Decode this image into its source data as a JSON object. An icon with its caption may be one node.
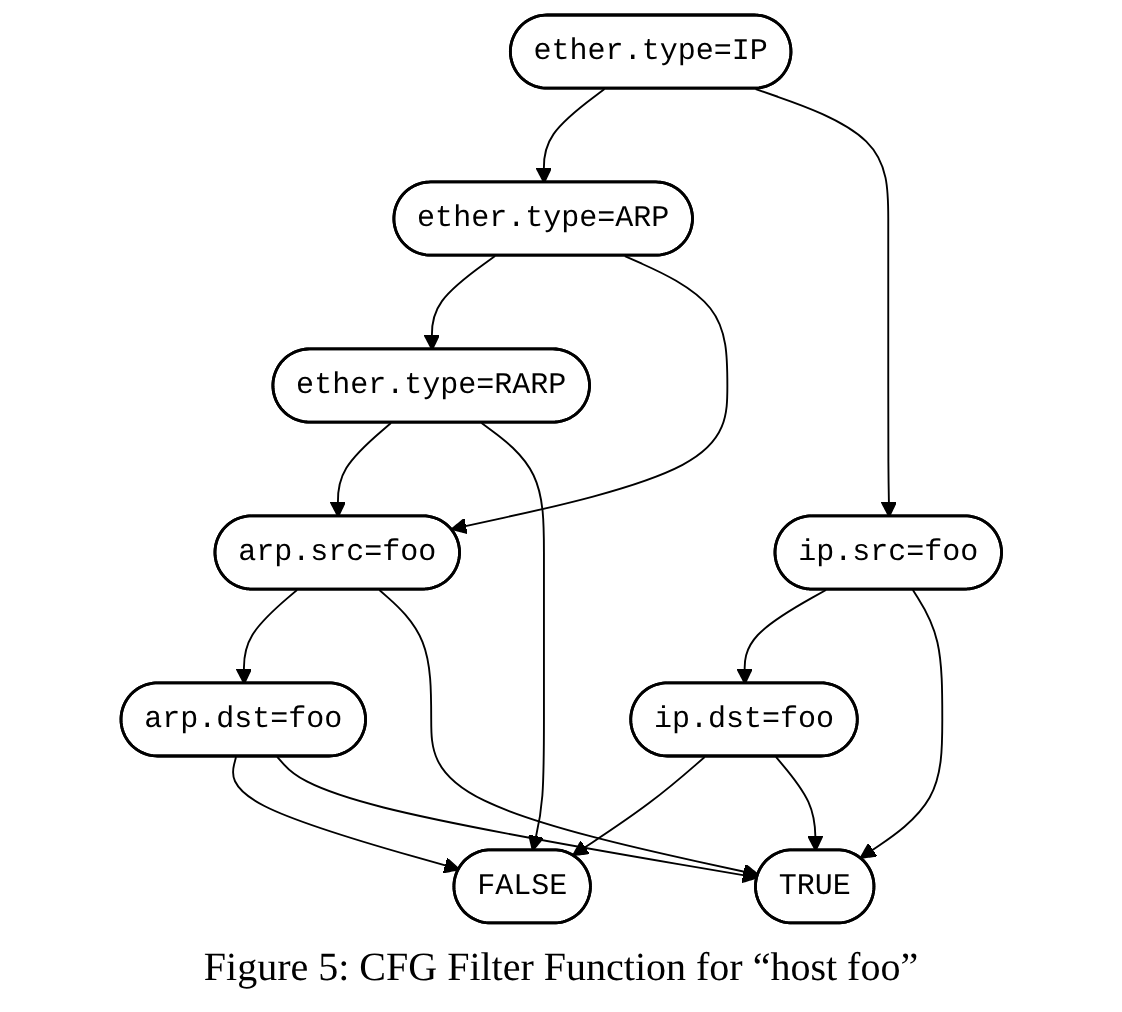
{
  "diagram": {
    "caption": "Figure 5: CFG Filter Function for “host foo”",
    "nodes": [
      {
        "text": [
          "ether.type=IP"
        ]
      },
      {
        "text": [
          "ether.type=ARP"
        ]
      },
      {
        "text": [
          "ip.src=foo"
        ]
      },
      {
        "text": [
          "ether.type=RARP"
        ]
      },
      {
        "text": [
          "ip.dst=foo"
        ]
      },
      {
        "text": [
          "arp.src=foo"
        ]
      },
      {
        "text": [
          "arp.dst=foo"
        ]
      },
      {
        "text": [
          "FALSE"
        ]
      },
      {
        "text": [
          "TRUE"
        ]
      }
    ],
    "edges": [
      {
        "from": 0,
        "to": 1,
        "arrow": "to"
      },
      {
        "from": 0,
        "to": 2,
        "arrow": "to"
      },
      {
        "from": 1,
        "to": 3,
        "arrow": "to"
      },
      {
        "from": 1,
        "to": 5,
        "arrow": "to"
      },
      {
        "from": 2,
        "to": 4,
        "arrow": "to"
      },
      {
        "from": 2,
        "to": 8,
        "arrow": "to"
      },
      {
        "from": 3,
        "to": 5,
        "arrow": "to"
      },
      {
        "from": 3,
        "to": 7,
        "arrow": "to"
      },
      {
        "from": 4,
        "to": 7,
        "arrow": "to"
      },
      {
        "from": 4,
        "to": 8,
        "arrow": "to"
      },
      {
        "from": 5,
        "to": 6,
        "arrow": "to"
      },
      {
        "from": 5,
        "to": 8,
        "arrow": "to"
      },
      {
        "from": 6,
        "to": 7,
        "arrow": "to"
      },
      {
        "from": 6,
        "to": 8,
        "arrow": "to"
      }
    ]
  }
}
